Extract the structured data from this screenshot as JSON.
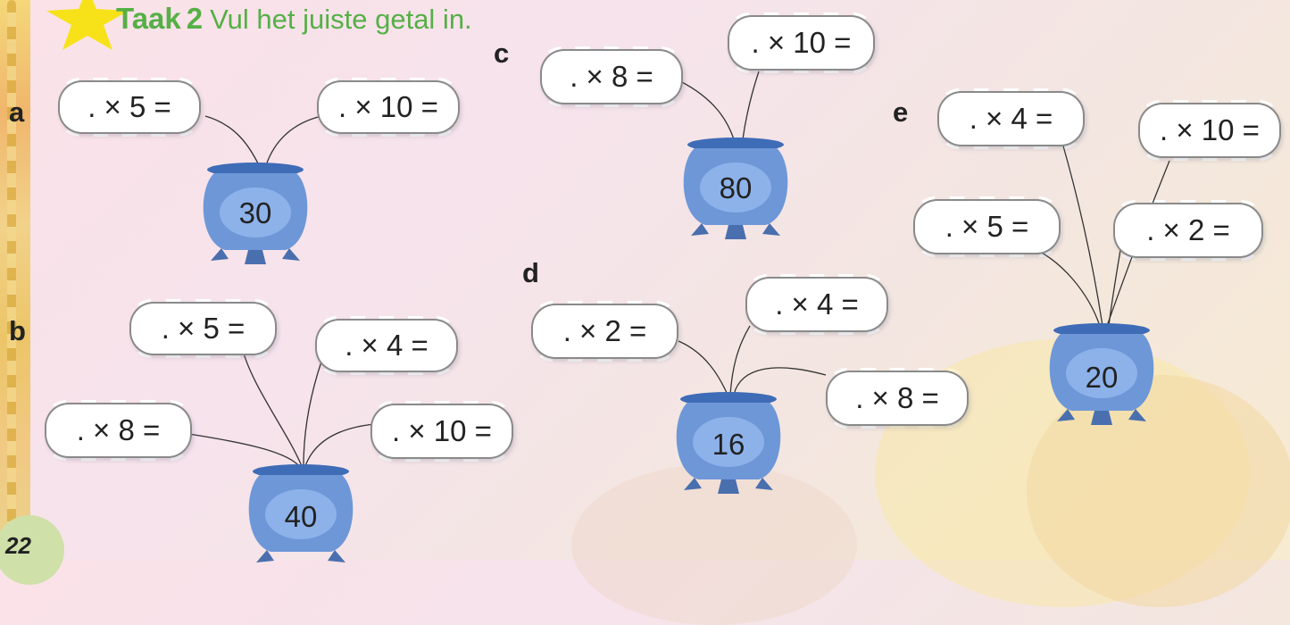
{
  "header": {
    "task_word": "Taak",
    "task_number": "2",
    "instruction": "Vul het juiste getal in."
  },
  "page_number": "22",
  "exercises": {
    "a": {
      "letter": "a",
      "pot": "30",
      "clouds": [
        ". × 5 =",
        ". × 10 ="
      ]
    },
    "b": {
      "letter": "b",
      "pot": "40",
      "clouds": [
        ". × 5 =",
        ". × 4 =",
        ". × 8 =",
        ". × 10 ="
      ]
    },
    "c": {
      "letter": "c",
      "pot": "80",
      "clouds": [
        ". × 8 =",
        ". × 10 ="
      ]
    },
    "d": {
      "letter": "d",
      "pot": "16",
      "clouds": [
        ". × 2 =",
        ". × 4 =",
        ". × 8 ="
      ]
    },
    "e": {
      "letter": "e",
      "pot": "20",
      "clouds": [
        ". × 4 =",
        ". × 10 =",
        ". × 5 =",
        ". × 2 ="
      ]
    }
  },
  "colors": {
    "title_green": "#55b046",
    "star_yellow": "#f7e21a",
    "pot_blue": "#6e97d8"
  }
}
